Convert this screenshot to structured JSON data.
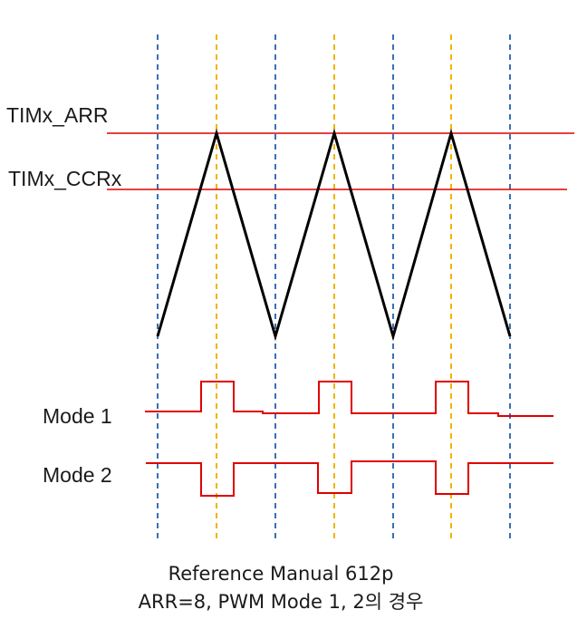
{
  "labels": {
    "arr": "TIMx_ARR",
    "ccr": "TIMx_CCRx",
    "mode1": "Mode 1",
    "mode2": "Mode 2"
  },
  "caption": {
    "line1": "Reference Manual 612p",
    "line2": "ARR=8,  PWM Mode 1, 2의 경우"
  },
  "colors": {
    "counter": "#000000",
    "threshold": "#e00000",
    "signal": "#e00000",
    "valley_guide": "#3a6fb5",
    "peak_guide": "#f0b400"
  }
}
